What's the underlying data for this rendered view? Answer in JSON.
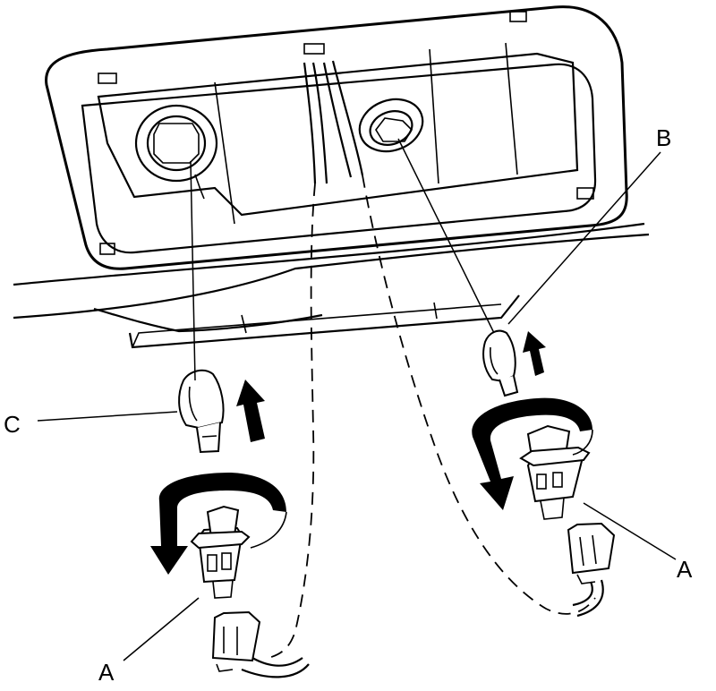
{
  "labels": {
    "a_left": "A",
    "a_right": "A",
    "b": "B",
    "c": "C"
  },
  "colors": {
    "line": "#000000",
    "background": "#ffffff"
  }
}
